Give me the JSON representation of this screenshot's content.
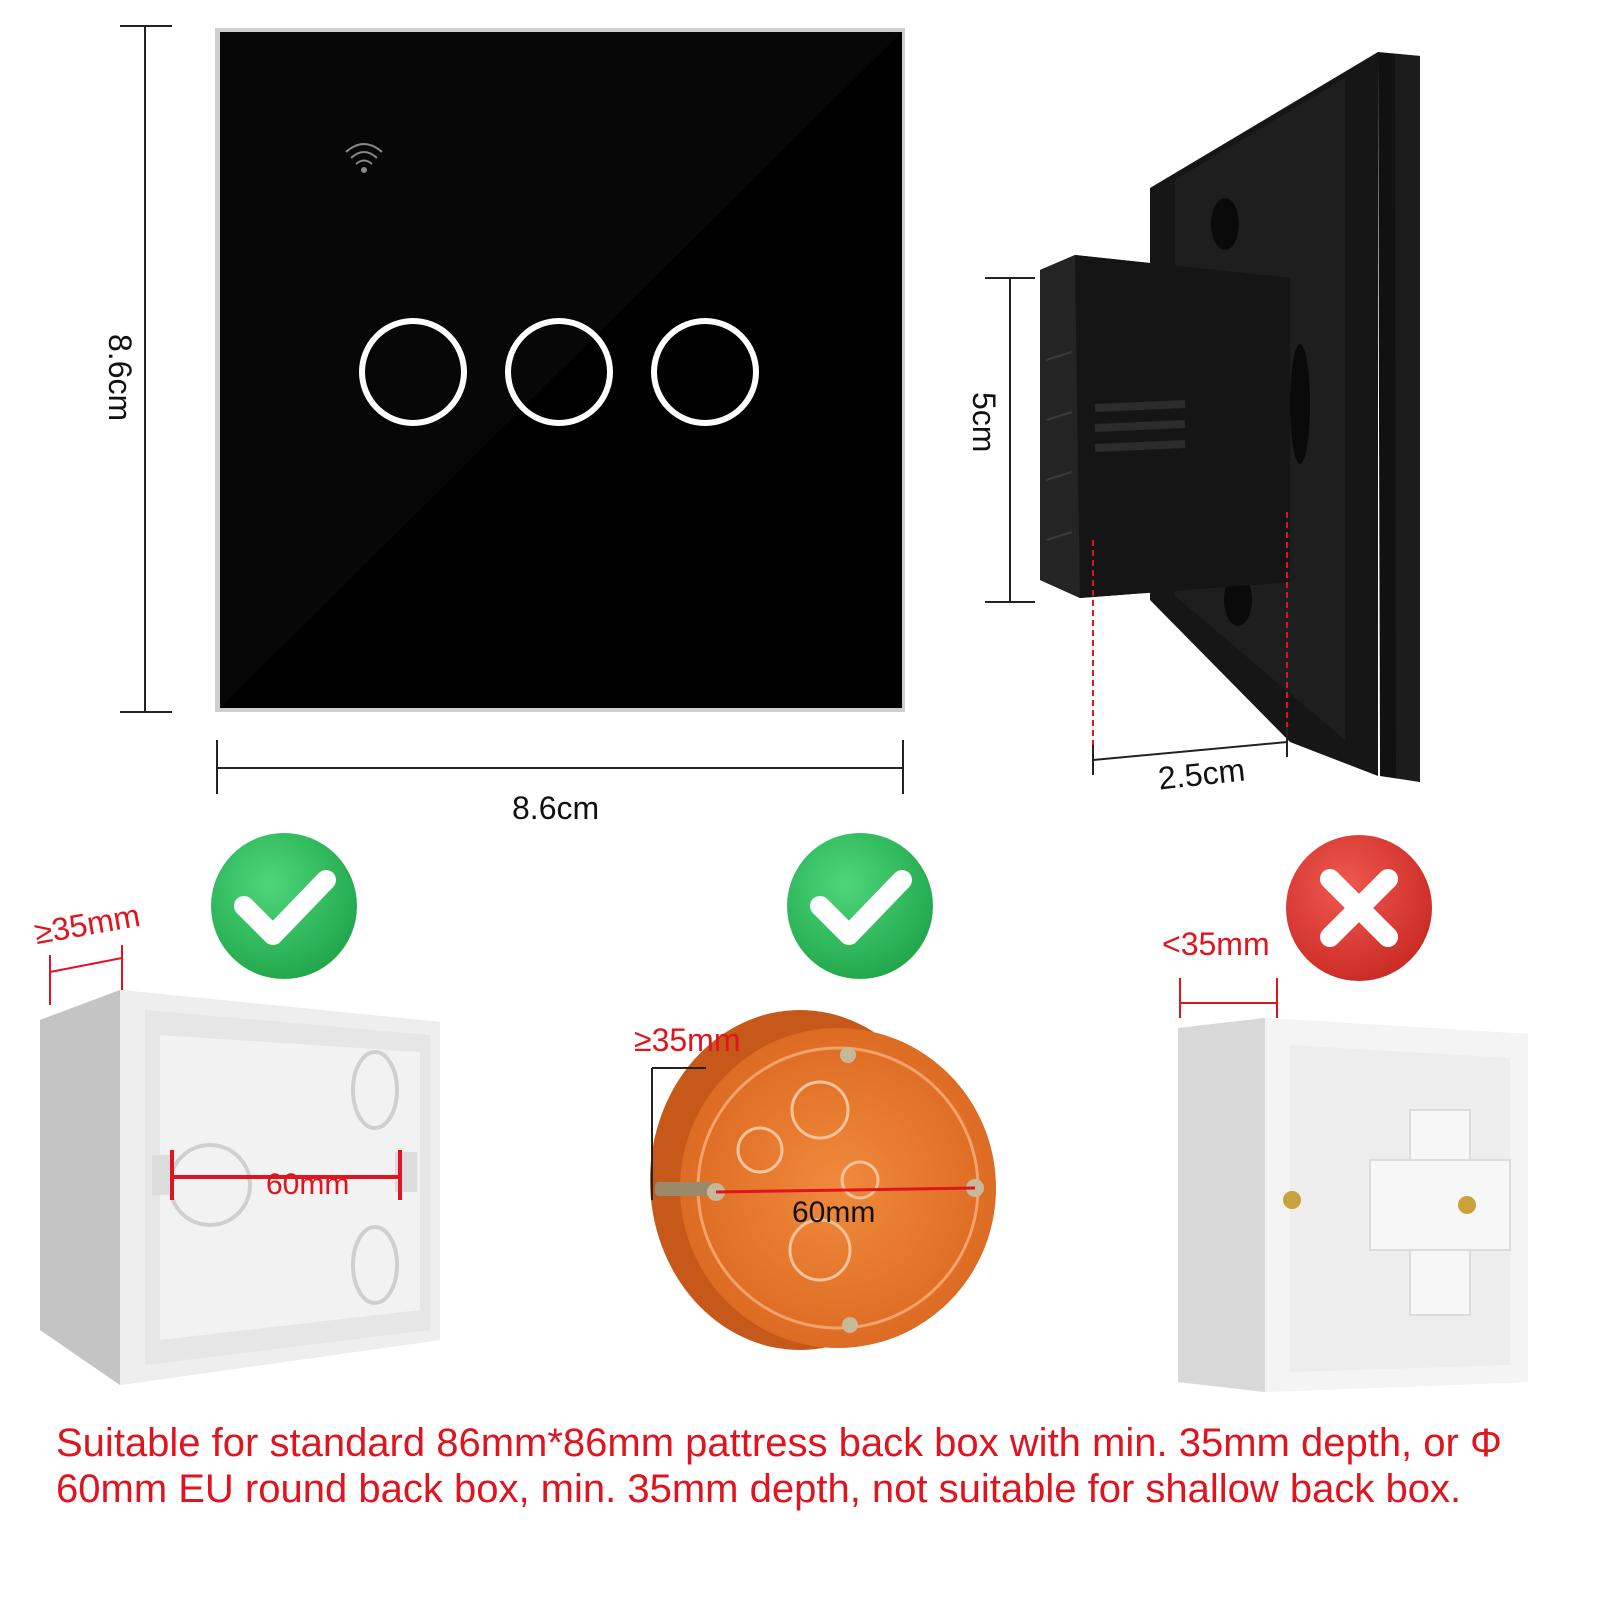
{
  "dimensions": {
    "front_height": "8.6cm",
    "front_width": "8.6cm",
    "side_height": "5cm",
    "side_depth": "2.5cm"
  },
  "boxes": [
    {
      "name": "square-box",
      "suitable": true,
      "depth_label": "≥35mm",
      "span_label": "60mm"
    },
    {
      "name": "round-box",
      "suitable": true,
      "depth_label": "≥35mm",
      "span_label": "60mm"
    },
    {
      "name": "shallow-box",
      "suitable": false,
      "depth_label": "<35mm"
    }
  ],
  "caption": "Suitable for standard 86mm*86mm pattress back box with min. 35mm depth, or Φ 60mm EU round back box, min. 35mm depth, not suitable for shallow back box.",
  "colors": {
    "accent_red": "#e0141e",
    "check_green": "#2bbf5a",
    "cross_red": "#e23b35",
    "orange_box": "#e8732a"
  },
  "icons": [
    "wifi-icon",
    "check-icon",
    "check-icon",
    "cross-icon"
  ]
}
